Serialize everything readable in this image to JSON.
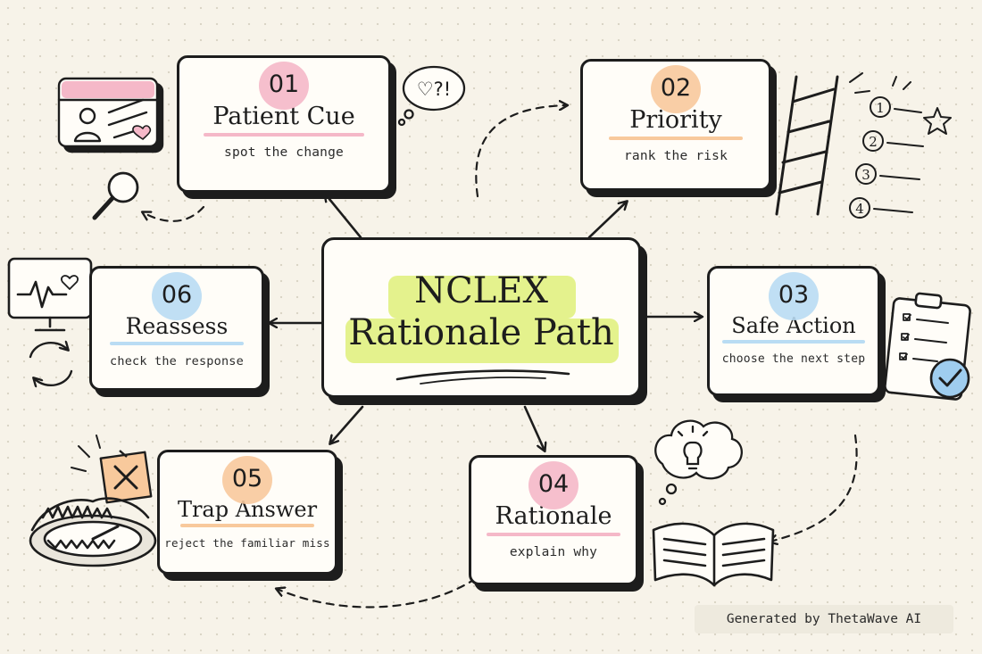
{
  "center": {
    "line1": "NCLEX",
    "line2": "Rationale Path"
  },
  "steps": [
    {
      "number": "01",
      "title": "Patient Cue",
      "subtitle": "spot the change",
      "accent": "#f5b8c8"
    },
    {
      "number": "02",
      "title": "Priority",
      "subtitle": "rank the risk",
      "accent": "#f8c99c"
    },
    {
      "number": "03",
      "title": "Safe Action",
      "subtitle": "choose the next step",
      "accent": "#b9dcf3"
    },
    {
      "number": "04",
      "title": "Rationale",
      "subtitle": "explain why",
      "accent": "#f5b8c8"
    },
    {
      "number": "05",
      "title": "Trap Answer",
      "subtitle": "reject the familiar miss",
      "accent": "#f8c99c"
    },
    {
      "number": "06",
      "title": "Reassess",
      "subtitle": "check the response",
      "accent": "#b9dcf3"
    }
  ],
  "decor": {
    "speech_bubble_text": "♡?!",
    "ladder_numbers": [
      "1",
      "2",
      "3",
      "4"
    ]
  },
  "footer": {
    "badge": "Generated by ThetaWave AI"
  },
  "colors": {
    "ink": "#1d1d1d",
    "highlight": "#dff07a",
    "paper": "#f7f3e9",
    "check": "#9fcdef"
  }
}
